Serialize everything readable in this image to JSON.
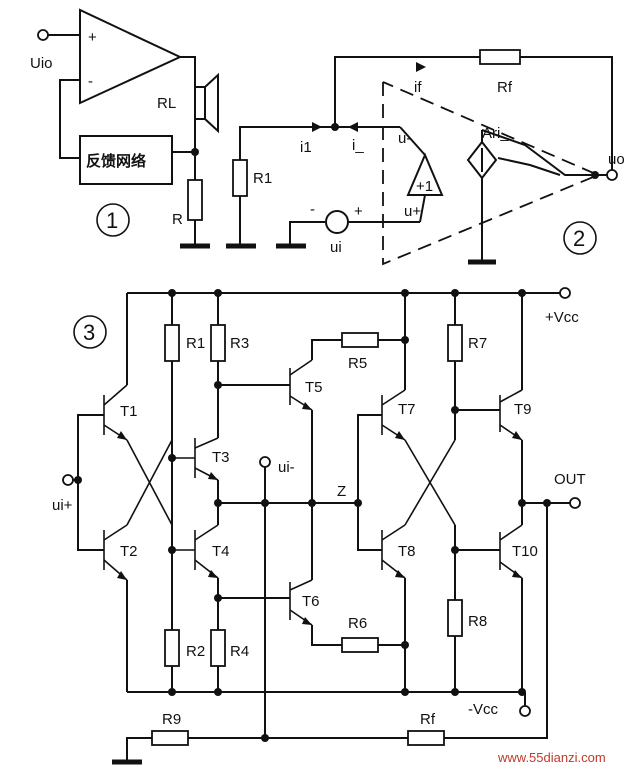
{
  "figure1": {
    "number": "1",
    "input_label": "Uio",
    "plus": "+",
    "minus": "-",
    "feedback_box": "反馈网络",
    "load_label": "RL",
    "resistor_label": "R"
  },
  "figure2": {
    "number": "2",
    "r1": "R1",
    "rf": "Rf",
    "i1": "i1",
    "i_minus": "i_",
    "if": "if",
    "u_minus": "u-",
    "u_plus": "u+",
    "ui": "ui",
    "source_minus": "-",
    "source_plus": "+",
    "buffer": "+1",
    "ari": "Ari_",
    "uo": "uo"
  },
  "figure3": {
    "number": "3",
    "vcc_pos": "+Vcc",
    "vcc_neg": "-Vcc",
    "out": "OUT",
    "ui_plus": "ui+",
    "ui_minus": "ui-",
    "z": "Z",
    "transistors": [
      "T1",
      "T2",
      "T3",
      "T4",
      "T5",
      "T6",
      "T7",
      "T8",
      "T9",
      "T10"
    ],
    "resistors": [
      "R1",
      "R2",
      "R3",
      "R4",
      "R5",
      "R6",
      "R7",
      "R8",
      "R9",
      "Rf"
    ]
  },
  "watermark": "www.55dianzi.com"
}
